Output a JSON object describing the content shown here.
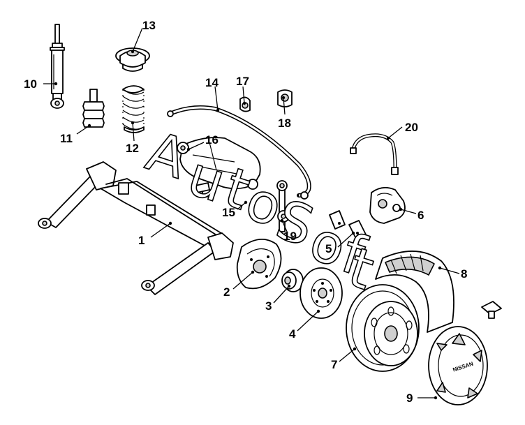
{
  "diagram": {
    "watermark": [
      "A",
      "u",
      "t",
      "o",
      "S",
      "o",
      "f",
      "t"
    ],
    "wheel_cover_brand": "NISSAN",
    "callouts": [
      "1",
      "2",
      "3",
      "4",
      "5",
      "6",
      "7",
      "8",
      "9",
      "10",
      "11",
      "12",
      "13",
      "14",
      "15",
      "16",
      "17",
      "18",
      "19",
      "20"
    ]
  }
}
